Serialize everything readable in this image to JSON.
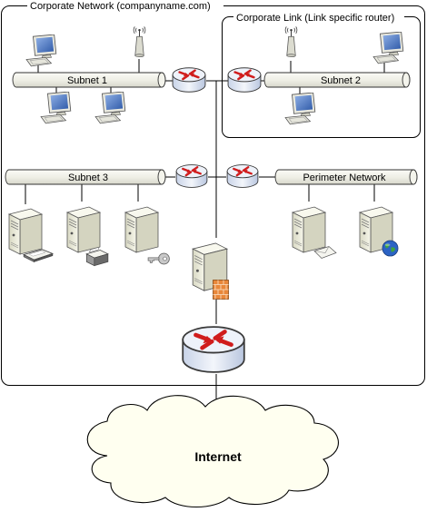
{
  "regions": {
    "corporate_network": "Corporate Network (companyname.com)",
    "corporate_link": "Corporate Link (Link specific router)"
  },
  "segments": {
    "subnet1": "Subnet 1",
    "subnet2": "Subnet 2",
    "subnet3": "Subnet 3",
    "perimeter": "Perimeter Network"
  },
  "cloud": {
    "label": "Internet"
  },
  "icons": {
    "router": "router-icon",
    "workstation": "workstation-icon",
    "server": "server-icon",
    "wireless_ap": "wireless-access-point-icon",
    "firewall": "firewall-icon",
    "globe": "globe-icon",
    "key": "key-icon",
    "printer": "printer-icon"
  },
  "colors": {
    "line": "#000000",
    "bus_fill": "#f2f2ea",
    "router_body": "#dfe6f2",
    "router_arrow": "#d01c1c",
    "monitor": "#5f7fb8",
    "server_body": "#eeeede",
    "firewall": "#e8873a",
    "cloud_fill": "#fffff0"
  }
}
